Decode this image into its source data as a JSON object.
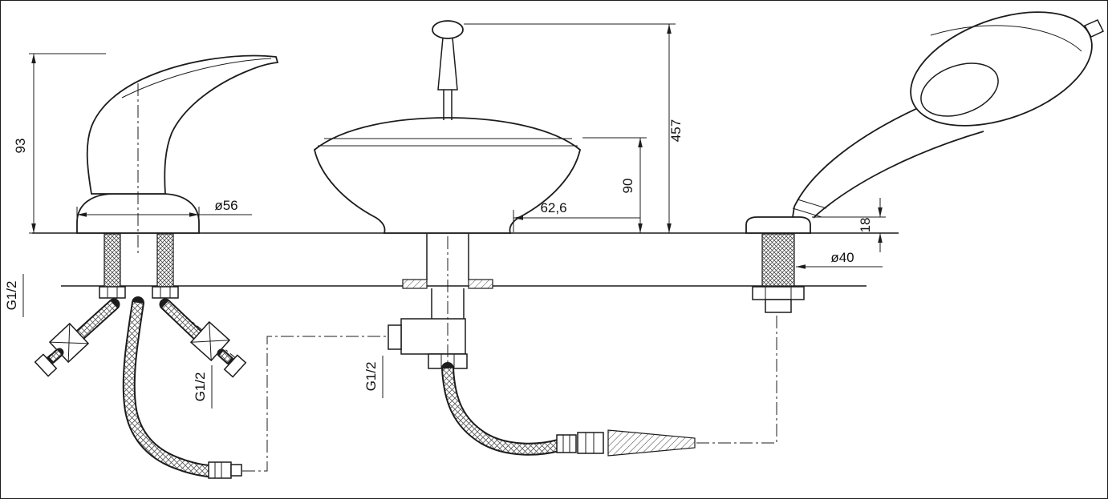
{
  "drawing": {
    "kind": "technical-dimension-drawing",
    "line_color": "#1c1c1c",
    "background": "#ffffff"
  },
  "labels": {
    "handle_height": "93",
    "handle_base_diameter": "ø56",
    "overall_height": "457",
    "spout_height": "90",
    "spout_width": "62,6",
    "bracket_height": "18",
    "bracket_diameter": "ø40",
    "inlet_thread_left": "G1/2",
    "inlet_thread_right": "G1/2",
    "spout_inlet_thread": "G1/2"
  }
}
